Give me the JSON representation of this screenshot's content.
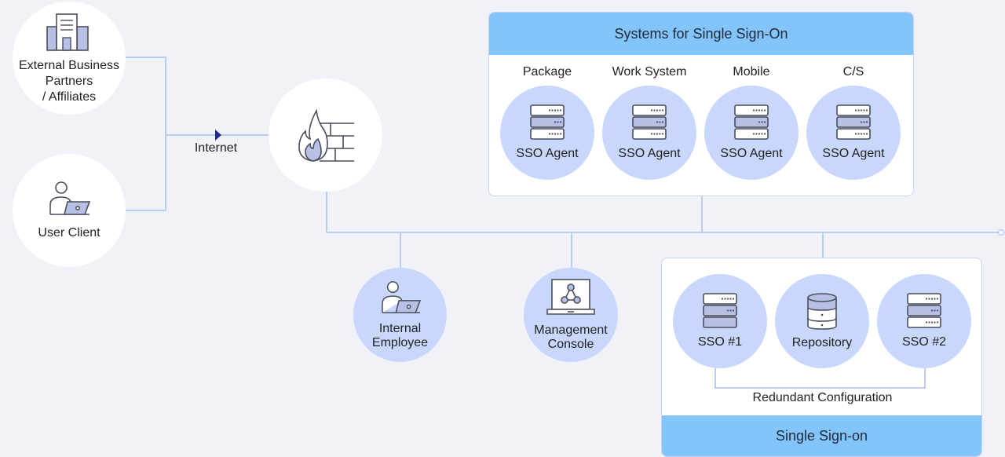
{
  "nodes": {
    "external": {
      "label_lines": [
        "External Business",
        "Partners",
        "/ Affiliates"
      ],
      "icon": "building-icon"
    },
    "user_client": {
      "label": "User Client",
      "icon": "user-laptop-icon"
    },
    "internet": {
      "label": "Internet",
      "icon": "arrow-right-icon"
    },
    "firewall": {
      "icon": "firewall-icon"
    },
    "internal_employee": {
      "label_lines": [
        "Internal",
        "Employee"
      ],
      "icon": "user-laptop-icon"
    },
    "management_console": {
      "label_lines": [
        "Management",
        "Console"
      ],
      "icon": "laptop-network-icon"
    }
  },
  "sso_systems": {
    "title": "Systems for Single Sign-On",
    "columns": [
      {
        "label": "Package",
        "agent": "SSO Agent"
      },
      {
        "label": "Work System",
        "agent": "SSO Agent"
      },
      {
        "label": "Mobile",
        "agent": "SSO Agent"
      },
      {
        "label": "C/S",
        "agent": "SSO Agent"
      }
    ]
  },
  "single_sign_on": {
    "title": "Single Sign-on",
    "servers": [
      {
        "label": "SSO #1",
        "icon": "server-icon"
      },
      {
        "label": "Repository",
        "icon": "database-icon"
      },
      {
        "label": "SSO #2",
        "icon": "server-icon"
      }
    ],
    "redundancy_label": "Redundant Configuration"
  },
  "colors": {
    "background": "#f0f2f8",
    "line": "#b8cdf3",
    "circle_blue": "#c8d7fb",
    "header_blue": "#83c4fb",
    "icon_fill": "#b9c0e6",
    "icon_stroke": "#4a4f5c",
    "arrow": "#1a2a8a"
  }
}
